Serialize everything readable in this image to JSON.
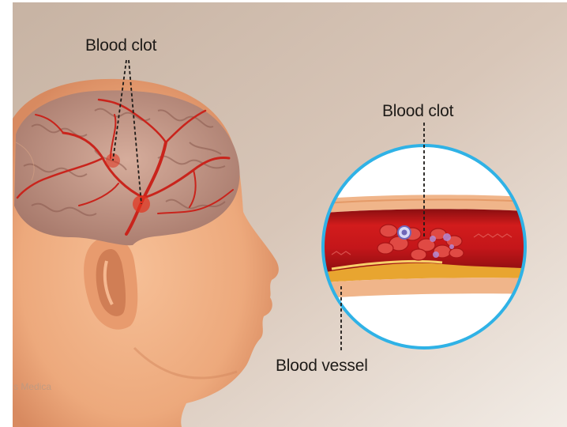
{
  "labels": {
    "clot_brain": "Blood clot",
    "clot_vessel": "Blood clot",
    "vessel": "Blood vessel"
  },
  "watermark": "s Medica",
  "colors": {
    "background": "#d9c6b8",
    "skin": "#f0b288",
    "brain": "#c49a8a",
    "artery": "#c9241c",
    "blood": "#c4161a",
    "magnifier_ring": "#2fb2e6",
    "plaque": "#e8a530"
  }
}
